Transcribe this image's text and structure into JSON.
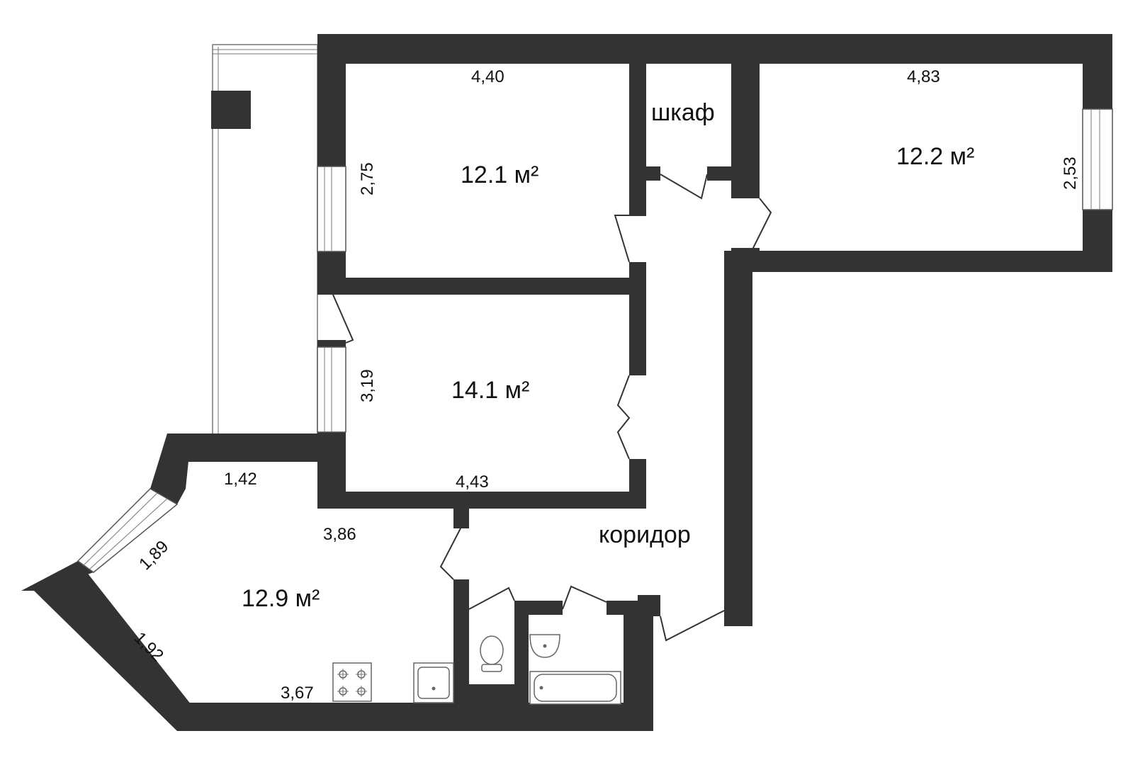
{
  "rooms": [
    {
      "id": "room_top_left",
      "area": "12.1 м²",
      "width": "4,40",
      "depth": "2,75"
    },
    {
      "id": "room_middle",
      "area": "14.1 м²",
      "width": "4,43",
      "depth": "3,19"
    },
    {
      "id": "room_right",
      "area": "12.2 м²",
      "width": "4,83",
      "depth": "2,53"
    },
    {
      "id": "kitchen",
      "area": "12.9 м²",
      "dims": [
        "1,42",
        "3,86",
        "1,89",
        "1,92",
        "3,67"
      ]
    }
  ],
  "labels": {
    "closet": "шкаф",
    "corridor": "коридор"
  },
  "colors": {
    "wall": "#333333",
    "background": "#ffffff"
  },
  "icons": [
    "stove-icon",
    "sink-icon",
    "toilet-icon",
    "washbasin-icon",
    "bathtub-icon"
  ]
}
